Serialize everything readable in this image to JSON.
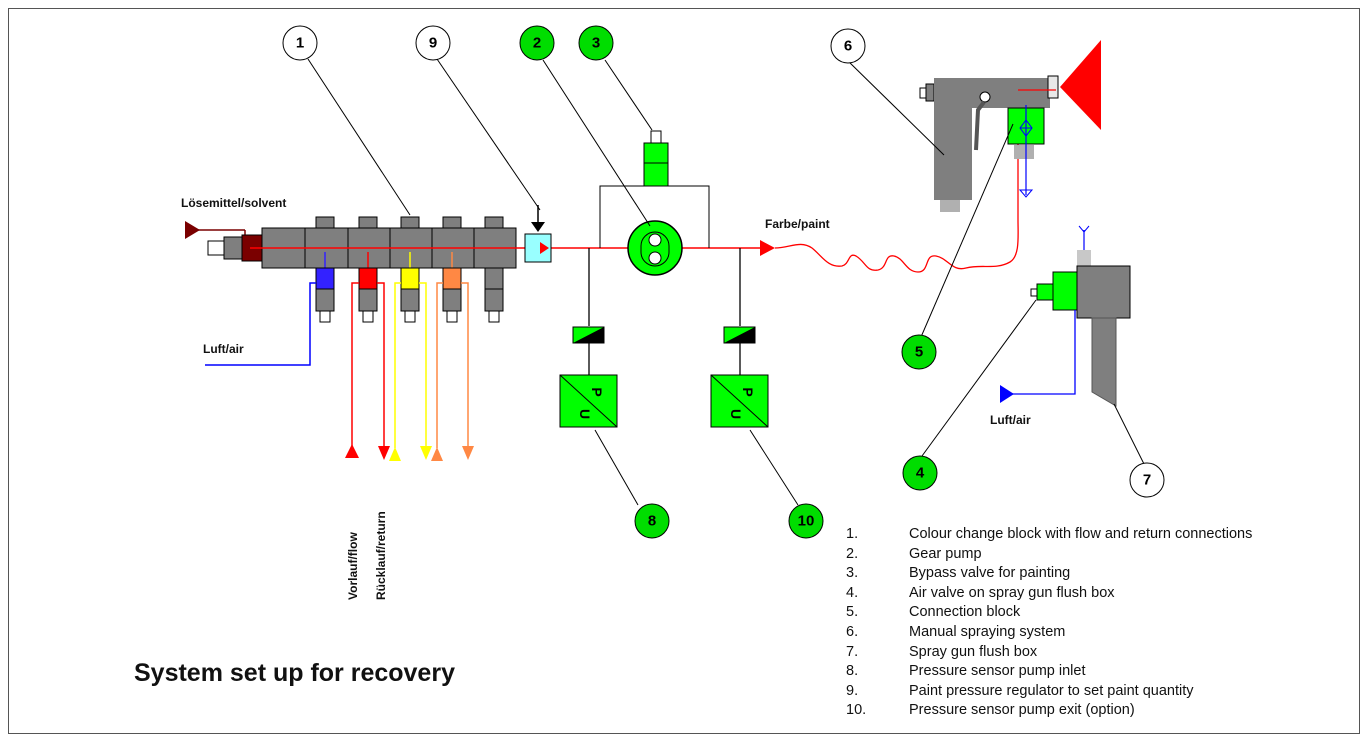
{
  "labels": {
    "solvent": "Lösemittel/solvent",
    "paint": "Farbe/paint",
    "air_left": "Luft/air",
    "air_right": "Luft/air",
    "flow": "Vorlauf/flow",
    "return": "Rücklauf/return"
  },
  "pump_letters": {
    "p": "P",
    "u": "U"
  },
  "callouts": [
    "1",
    "9",
    "2",
    "3",
    "6",
    "5",
    "4",
    "7",
    "8",
    "10"
  ],
  "title": "System set up for recovery",
  "legend": [
    {
      "num": "1.",
      "text": "Colour change block with flow and return connections"
    },
    {
      "num": "2.",
      "text": "Gear pump"
    },
    {
      "num": "3.",
      "text": "Bypass valve for painting"
    },
    {
      "num": "4.",
      "text": "Air valve on spray gun flush box"
    },
    {
      "num": "5.",
      "text": "Connection block"
    },
    {
      "num": "6.",
      "text": "Manual spraying system"
    },
    {
      "num": "7.",
      "text": "Spray gun flush box"
    },
    {
      "num": "8.",
      "text": "Pressure sensor pump inlet"
    },
    {
      "num": "9.",
      "text": "Paint pressure regulator to set paint quantity"
    },
    {
      "num": "10.",
      "text": "Pressure sensor pump exit (option)"
    }
  ],
  "colors": {
    "paint_line": "#ff0000",
    "air_line": "#0000ff",
    "solvent": "#7a0000",
    "block_grey": "#7f7f7f",
    "component_green": "#00ff00",
    "callout_green": "#00dd00",
    "regulator_cyan": "#99ffff",
    "valve_colors": [
      "#3322ff",
      "#ff0000",
      "#ffff00",
      "#ff8844",
      "#7f7f7f"
    ]
  }
}
